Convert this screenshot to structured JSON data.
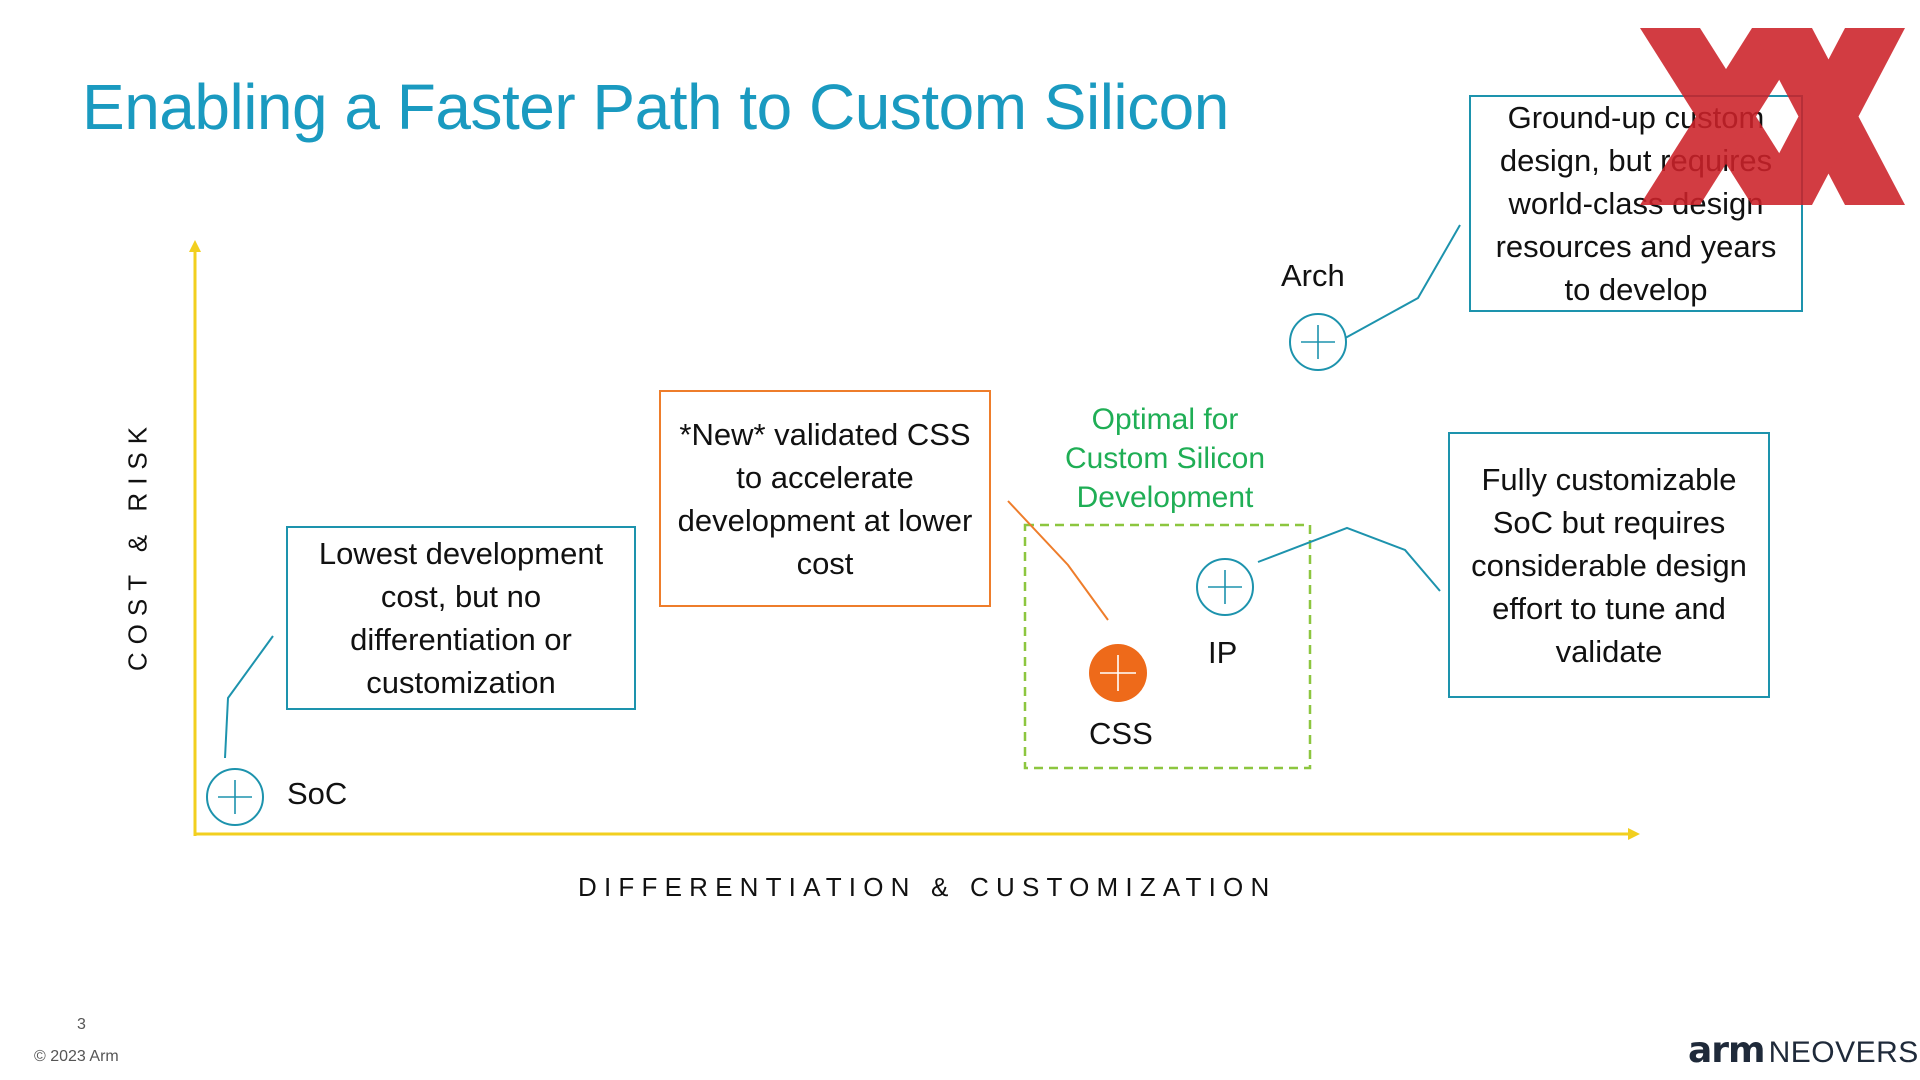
{
  "slide": {
    "title": "Enabling a Faster Path to Custom Silicon",
    "page_number": "3",
    "copyright": "© 2023 Arm",
    "logo": {
      "arm": "arm",
      "neoverse": "NEOVERSE"
    }
  },
  "axes": {
    "y_label": "COST & RISK",
    "x_label": "DIFFERENTIATION & CUSTOMIZATION",
    "color": "#f2cf1f"
  },
  "nodes": [
    {
      "id": "soc",
      "label": "SoC",
      "style": "outline",
      "color": "#1d93ad"
    },
    {
      "id": "css",
      "label": "CSS",
      "style": "filled",
      "color": "#ee6a1a"
    },
    {
      "id": "ip",
      "label": "IP",
      "style": "outline",
      "color": "#1d93ad"
    },
    {
      "id": "arch",
      "label": "Arch",
      "style": "outline",
      "color": "#1d93ad"
    }
  ],
  "callouts": {
    "soc": "Lowest development cost, but no differentiation or customization",
    "css": "*New* validated CSS to accelerate development at lower cost",
    "ip": "Fully customizable SoC but requires considerable design effort to tune and validate",
    "arch": "Ground-up custom design, but requires world-class design resources and years to develop"
  },
  "optimal_zone": {
    "label": "Optimal for Custom Silicon Development",
    "color": "#8cc63f",
    "label_color": "#1fae55"
  },
  "rejection_mark": {
    "icon": "red-x-mark",
    "color": "#cc2229"
  }
}
